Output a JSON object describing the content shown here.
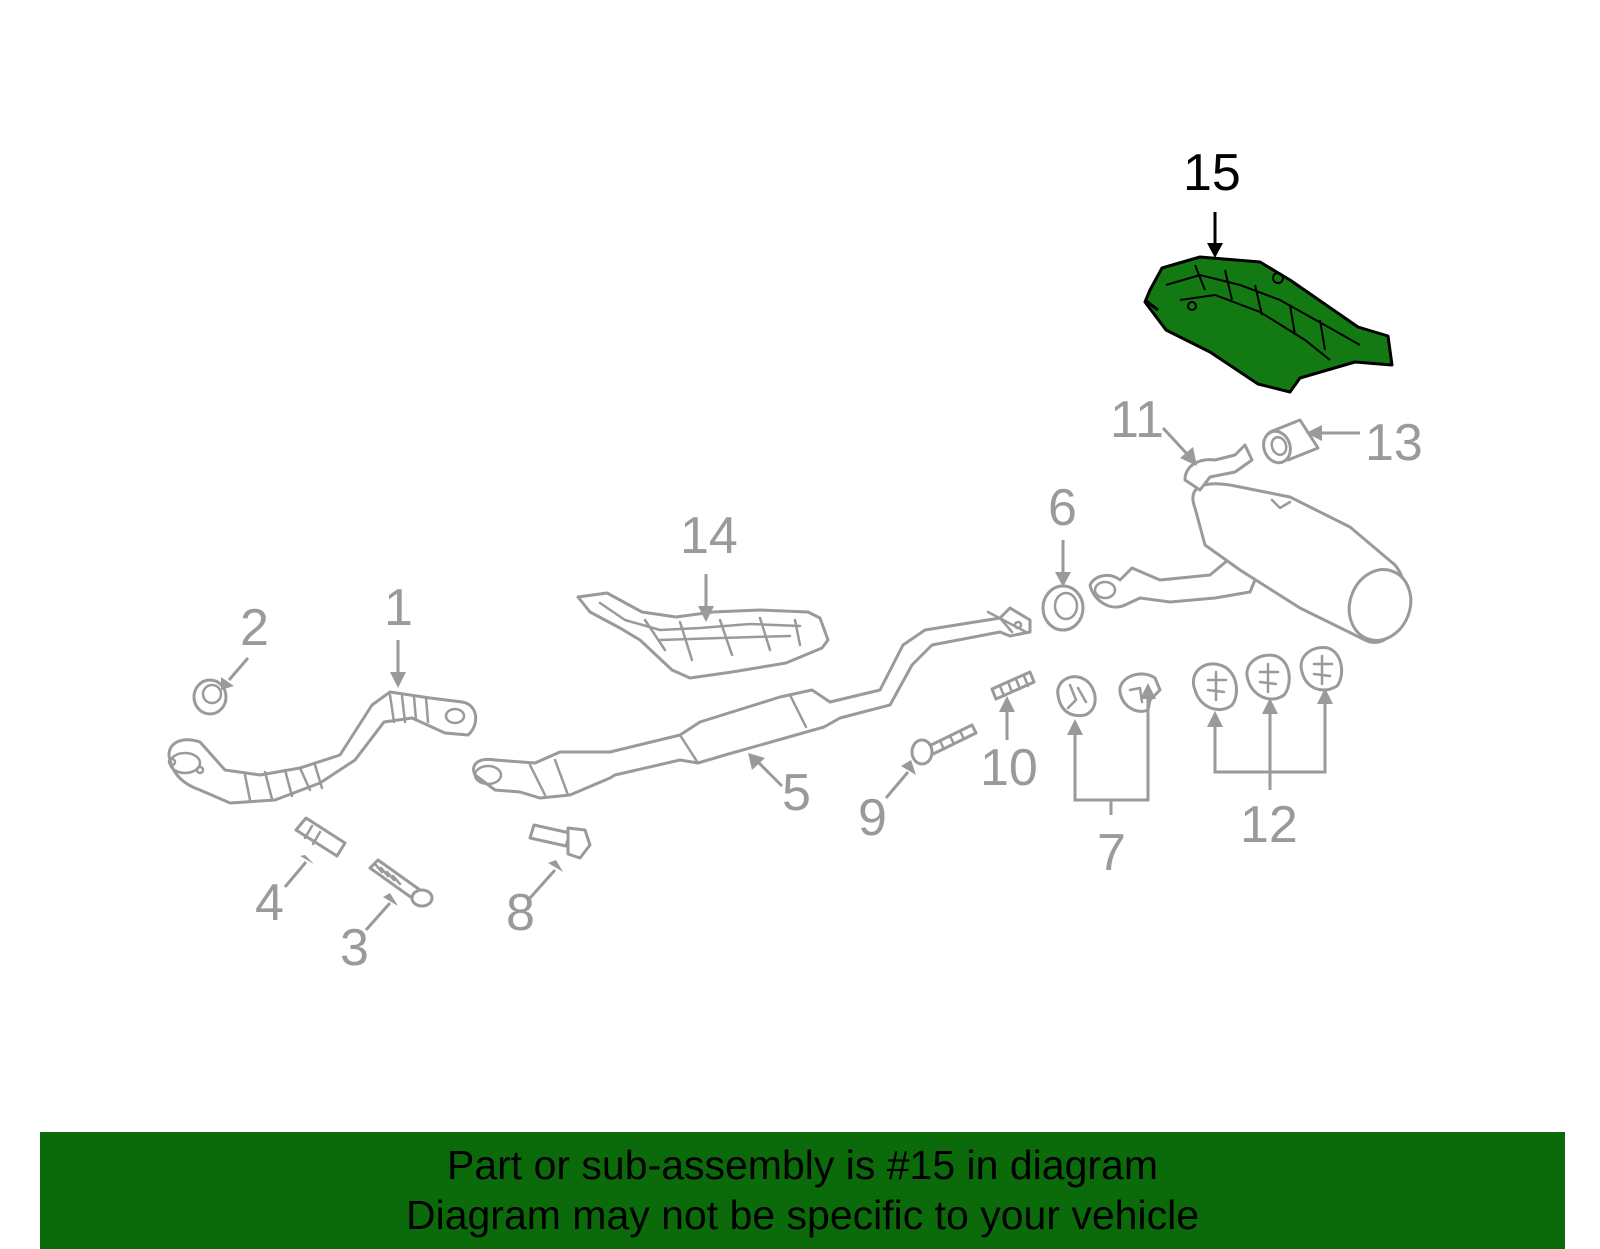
{
  "colors": {
    "highlight_part": "#137a13",
    "banner": "#0b6b0b",
    "line_gray": "#9a9a9a"
  },
  "callouts": {
    "c1": "1",
    "c2": "2",
    "c3": "3",
    "c4": "4",
    "c5": "5",
    "c6": "6",
    "c7": "7",
    "c8": "8",
    "c9": "9",
    "c10": "10",
    "c11": "11",
    "c12": "12",
    "c13": "13",
    "c14": "14",
    "c15": "15"
  },
  "banner": {
    "line1": "Part or sub-assembly is #15 in diagram",
    "line2": "Diagram may not be specific to your vehicle"
  }
}
